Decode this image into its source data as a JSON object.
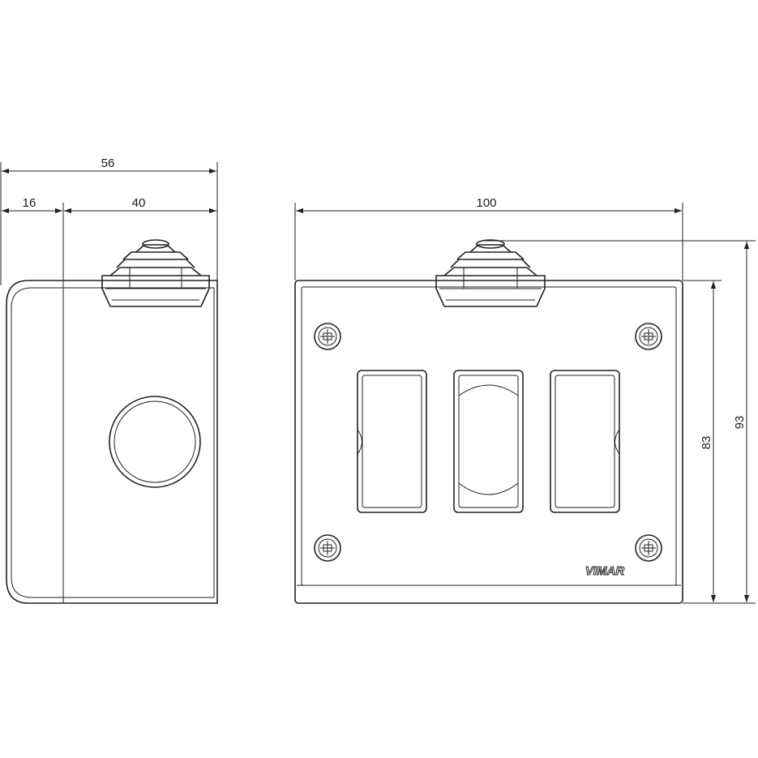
{
  "dimensions": {
    "side_total_width": "56",
    "side_cover_depth": "16",
    "side_body_depth": "40",
    "front_width": "100",
    "front_body_height": "83",
    "front_total_height": "93"
  },
  "brand": "VIMAR",
  "colors": {
    "line": "#222222",
    "background": "#ffffff"
  }
}
